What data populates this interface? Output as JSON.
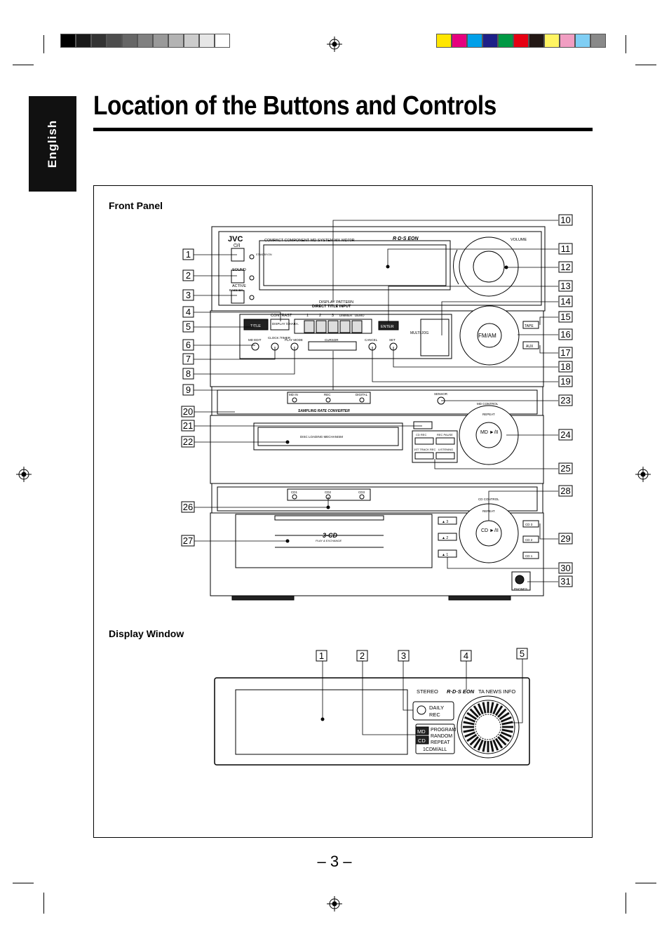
{
  "sidebar": {
    "language": "English"
  },
  "page": {
    "title": "Location of the Buttons and Controls",
    "number": "– 3 –"
  },
  "colors": {
    "gray_bar": [
      "#000000",
      "#1a1a1a",
      "#333333",
      "#4d4d4d",
      "#666666",
      "#808080",
      "#999999",
      "#b3b3b3",
      "#cccccc",
      "#e6e6e6",
      "#ffffff"
    ],
    "color_bar": [
      "#ffe600",
      "#e6007e",
      "#00a0e9",
      "#1d2088",
      "#009944",
      "#e60012",
      "#231815",
      "#fff462",
      "#f19ec2",
      "#7fcef4",
      "#898989"
    ]
  },
  "front_panel": {
    "label": "Front Panel",
    "device_labels": {
      "brand": "JVC",
      "model": "COMPACT COMPONENT MD SYSTEM MX-MD70R",
      "rds": "R·D·S EON",
      "volume": "VOLUME",
      "power": "⏻/I",
      "standby": "STANDBY/ON",
      "sound": "SOUND",
      "active": "ACTIVE",
      "bass_ex": "BASS EX.",
      "display_pattern": "DISPLAY PATTERN",
      "direct_title_input": "DIRECT TITLE INPUT",
      "contrast": "CONTRAST",
      "title": "TITLE",
      "display_char": "DISPLAY /CHARA.",
      "n1": "1",
      "n2": "2",
      "n3": "3",
      "dimmer": "DIMMER",
      "demo": "DEMO",
      "enter": "ENTER",
      "multi_jog": "MULTI JOG",
      "fm_am": "FM/AM",
      "tape": "TAPE",
      "aux": "AUX",
      "md_edit": "MD EDIT",
      "clock_timer": "CLOCK /TIMER",
      "play_mode": "PLAY MODE",
      "cursor": "CURSOR",
      "cancel": "CANCEL",
      "set": "SET",
      "md_in": "MD IN",
      "rec": "REC",
      "digital": "DIGITAL",
      "sensor": "SENSOR",
      "src": "SAMPLING RATE CONVERTER",
      "md_control": "MD CONTROL",
      "repeat": "REPEAT",
      "md_play": "MD ►/II",
      "disc_loading": "DISC LOADING MECHANISM",
      "cd_rec": "CD REC",
      "rec_pause": "REC PAUSE",
      "track_rec": "1ST TRACK REC",
      "listening": "LISTENING",
      "cd1": "CD1",
      "cd2": "CD2",
      "cd3": "CD3",
      "cd_control": "CD CONTROL",
      "cd_play": "CD ►/II",
      "three_cd": "3-CD",
      "play_exchange": "PLAY & EXCHANGE",
      "phones": "PHONES",
      "eject1": "▲ 1",
      "eject2": "▲ 2",
      "eject3": "▲ 3",
      "cd3b": "CD 3",
      "cd2b": "CD 2",
      "cd1b": "CD 1"
    },
    "callouts_left": [
      "1",
      "2",
      "3",
      "4",
      "5",
      "6",
      "7",
      "8",
      "9",
      "20",
      "21",
      "22",
      "26",
      "27"
    ],
    "callouts_right": [
      "10",
      "11",
      "12",
      "13",
      "14",
      "15",
      "16",
      "17",
      "18",
      "19",
      "23",
      "24",
      "25",
      "28",
      "29",
      "30",
      "31"
    ]
  },
  "display_window": {
    "label": "Display Window",
    "callouts": [
      "1",
      "2",
      "3",
      "4",
      "5"
    ],
    "labels": {
      "stereo": "STEREO",
      "rds": "R·D·S EON",
      "ta_news_info": "TA NEWS INFO",
      "daily": "DAILY",
      "rec": "REC",
      "md": "MD",
      "cd": "CD",
      "program": "PROGRAM",
      "random": "RANDOM",
      "repeat": "REPEAT",
      "one_cdm_all": "1CDM/ALL"
    }
  }
}
